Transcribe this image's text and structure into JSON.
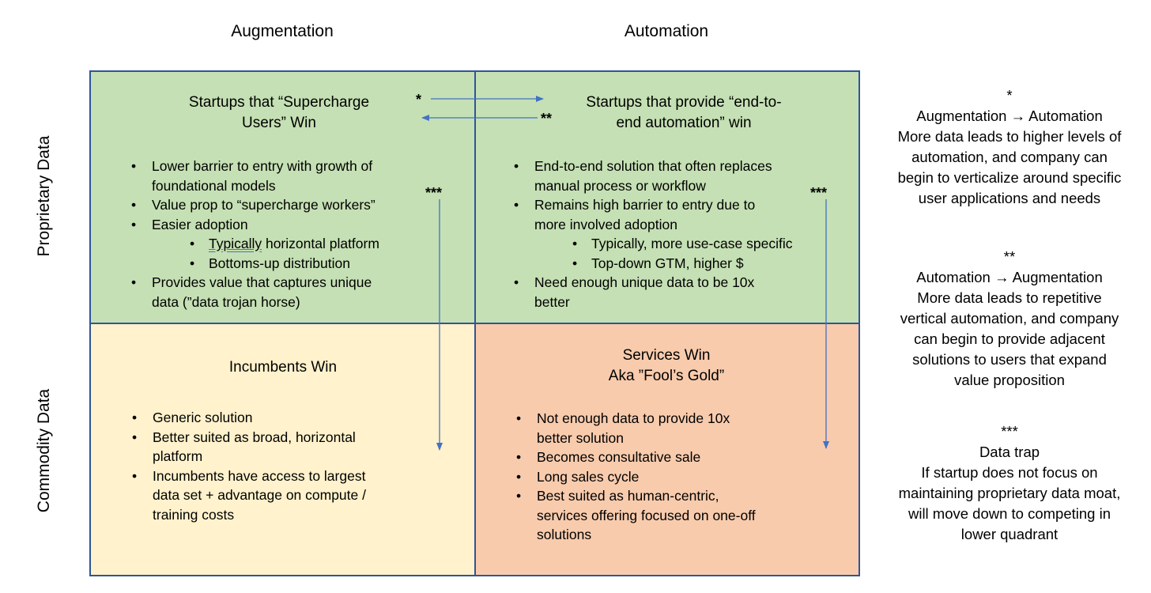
{
  "columns": {
    "left": "Augmentation",
    "right": "Automation"
  },
  "rows": {
    "top": "Proprietary Data",
    "bottom": "Commodity Data"
  },
  "quadrants": {
    "top_left": {
      "title": [
        "Startups that “Supercharge",
        "Users” Win"
      ],
      "bullets": [
        {
          "text": "Lower barrier to entry with growth of",
          "level": 1
        },
        {
          "text": "foundational models",
          "level": 0
        },
        {
          "text": "Value prop to “supercharge workers”",
          "level": 1
        },
        {
          "text": "Easier adoption",
          "level": 1
        },
        {
          "text": "Typically horizontal platform",
          "level": 2
        },
        {
          "text": "Bottoms-up distribution",
          "level": 2
        },
        {
          "text": "Provides value that captures unique",
          "level": 1
        },
        {
          "text": "data (”data trojan horse)",
          "level": 0
        }
      ]
    },
    "top_right": {
      "title": [
        "Startups that provide “end-to-",
        "end automation” win"
      ],
      "bullets": [
        {
          "text": "End-to-end solution that often replaces",
          "level": 1
        },
        {
          "text": "manual process or workflow",
          "level": 0
        },
        {
          "text": "Remains high barrier to entry due to",
          "level": 1
        },
        {
          "text": "more involved adoption",
          "level": 0
        },
        {
          "text": "Typically, more use-case specific",
          "level": 2
        },
        {
          "text": "Top-down GTM, higher $",
          "level": 2
        },
        {
          "text": "Need enough unique data to be 10x",
          "level": 1
        },
        {
          "text": "better",
          "level": 0
        }
      ]
    },
    "bottom_left": {
      "title": [
        "Incumbents Win"
      ],
      "bullets": [
        {
          "text": "Generic solution",
          "level": 1
        },
        {
          "text": "Better suited as broad, horizontal",
          "level": 1
        },
        {
          "text": "platform",
          "level": 0
        },
        {
          "text": "Incumbents have access to largest",
          "level": 1
        },
        {
          "text": "data set + advantage on compute /",
          "level": 0
        },
        {
          "text": "training costs",
          "level": 0
        }
      ]
    },
    "bottom_right": {
      "title": [
        "Services Win",
        "Aka ”Fool’s Gold”"
      ],
      "bullets": [
        {
          "text": "Not enough data to provide 10x",
          "level": 1
        },
        {
          "text": "better solution",
          "level": 0
        },
        {
          "text": "Becomes consultative sale",
          "level": 1
        },
        {
          "text": "Long sales cycle",
          "level": 1
        },
        {
          "text": "Best suited as human-centric,",
          "level": 1
        },
        {
          "text": "services offering focused on one-off",
          "level": 0
        },
        {
          "text": "solutions",
          "level": 0
        }
      ]
    }
  },
  "arrow_markers": {
    "single": "*",
    "double": "**",
    "triple": "***"
  },
  "notes": [
    {
      "marker": "*",
      "lines": [
        "Augmentation → Automation",
        "More data leads to higher levels of",
        "automation, and company can",
        "begin to verticalize around specific",
        "user applications and needs"
      ]
    },
    {
      "marker": "**",
      "lines": [
        "Automation → Augmentation",
        "More data leads to repetitive",
        "vertical automation, and company",
        "can begin to provide adjacent",
        "solutions to users that expand",
        "value proposition"
      ]
    },
    {
      "marker": "***",
      "lines": [
        "Data trap",
        "If startup does not focus on",
        "maintaining proprietary data moat,",
        "will move down to competing in",
        "lower quadrant"
      ]
    }
  ],
  "colors": {
    "green": "#c5e0b4",
    "yellow": "#fff2cc",
    "orange": "#f8cbad",
    "border": "#2f5597",
    "arrow": "#4472c4"
  }
}
